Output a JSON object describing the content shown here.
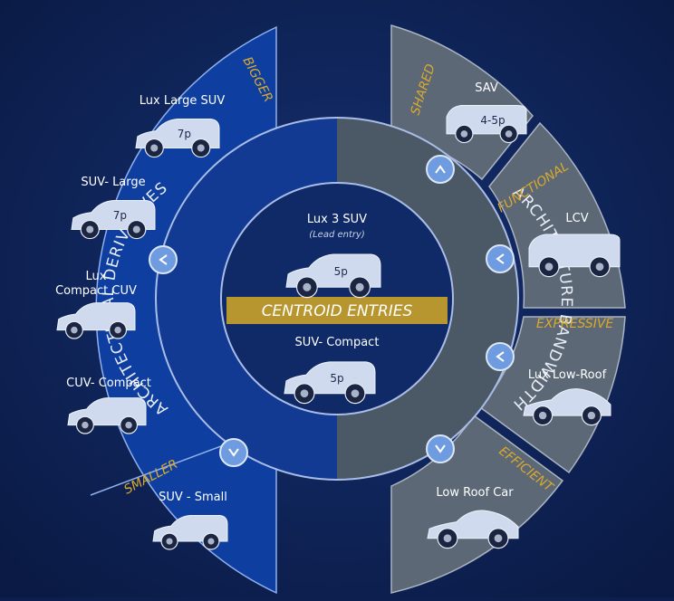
{
  "colors": {
    "background": "#0d1f4e",
    "left_panel": "#0e3fa0",
    "right_panel": "#5c6876",
    "ring": "#12306f",
    "center": "#0f2a66",
    "banner": "#b8962f",
    "category_text": "#d9a92e"
  },
  "center": {
    "top": {
      "label": "Lux 3 SUV",
      "sublabel": "(Lead entry)",
      "passengers": "5p"
    },
    "banner": "CENTROID ENTRIES",
    "bottom": {
      "label": "SUV- Compact",
      "passengers": "5p"
    }
  },
  "left": {
    "arc_title": "ARCHITECTURAL DERIVATIVES",
    "categories": {
      "top": "BIGGER",
      "bottom": "SMALLER"
    },
    "items": [
      {
        "label": "Lux Large SUV",
        "passengers": "7p"
      },
      {
        "label": "SUV- Large",
        "passengers": "7p"
      },
      {
        "label": "Lux",
        "label2": "Compact CUV",
        "passengers": ""
      },
      {
        "label": "CUV- Compact",
        "passengers": ""
      },
      {
        "label": "SUV - Small",
        "passengers": ""
      }
    ]
  },
  "right": {
    "arc_title": "ARCHITECTURE BANDWIDTH",
    "categories": [
      "SHARED",
      "FUNCTIONAL",
      "EXPRESSIVE",
      "EFFICIENT"
    ],
    "items": [
      {
        "label": "SAV",
        "passengers": "4-5p"
      },
      {
        "label": "LCV",
        "passengers": ""
      },
      {
        "label": "Lux Low-Roof",
        "passengers": ""
      },
      {
        "label": "Low Roof Car",
        "passengers": ""
      }
    ]
  },
  "icons": [
    "chevron-icon",
    "car-icon",
    "suv-icon",
    "van-icon"
  ]
}
